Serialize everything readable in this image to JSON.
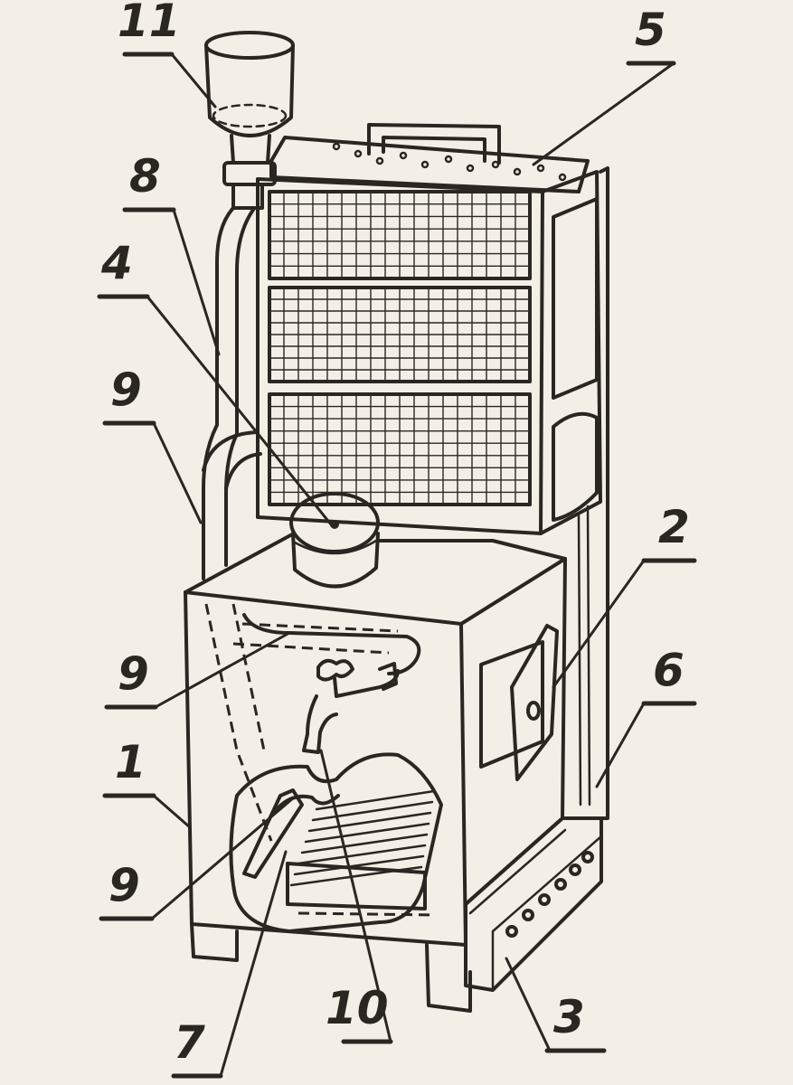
{
  "colors": {
    "ink": "#2a2622",
    "paper": "#f3efe6"
  },
  "callouts": [
    {
      "id": "c11",
      "label": "11"
    },
    {
      "id": "c5",
      "label": "5"
    },
    {
      "id": "c8",
      "label": "8"
    },
    {
      "id": "c4",
      "label": "4"
    },
    {
      "id": "c9a",
      "label": "9"
    },
    {
      "id": "c2",
      "label": "2"
    },
    {
      "id": "c9b",
      "label": "9"
    },
    {
      "id": "c6",
      "label": "6"
    },
    {
      "id": "c1",
      "label": "1"
    },
    {
      "id": "c9c",
      "label": "9"
    },
    {
      "id": "c3",
      "label": "3"
    },
    {
      "id": "c10",
      "label": "10"
    },
    {
      "id": "c7",
      "label": "7"
    }
  ]
}
